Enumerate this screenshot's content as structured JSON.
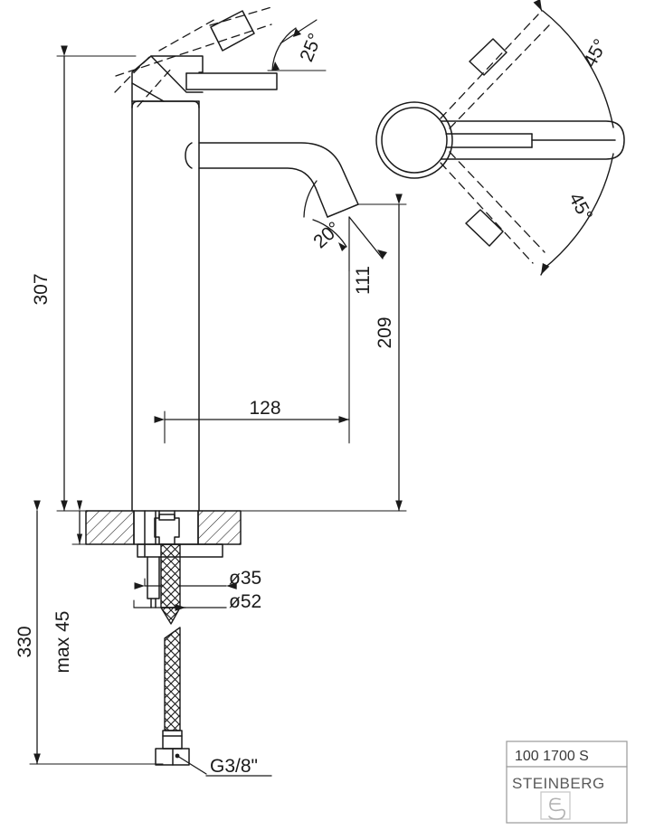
{
  "drawing": {
    "type": "technical-dimension-drawing",
    "subject": "single-lever basin mixer tap",
    "views": [
      "front-elevation",
      "top-view"
    ],
    "line_color": "#1a1a1a",
    "background": "#ffffff"
  },
  "dimensions": {
    "height_total": "307",
    "height_with_shank": "330",
    "counter_thickness": "max 45",
    "spout_reach": "128",
    "spout_outlet_height": "209",
    "handle_clearance": "111",
    "hole_diameter": "ø35",
    "base_diameter": "ø52",
    "thread": "G3/8\"",
    "handle_lift_angle": "25°",
    "outlet_angle": "20°",
    "swivel_left": "45°",
    "swivel_right": "45°"
  },
  "title_block": {
    "article_number": "100 1700 S",
    "brand": "STEINBERG",
    "logo": "steinberg-logo-mark"
  }
}
